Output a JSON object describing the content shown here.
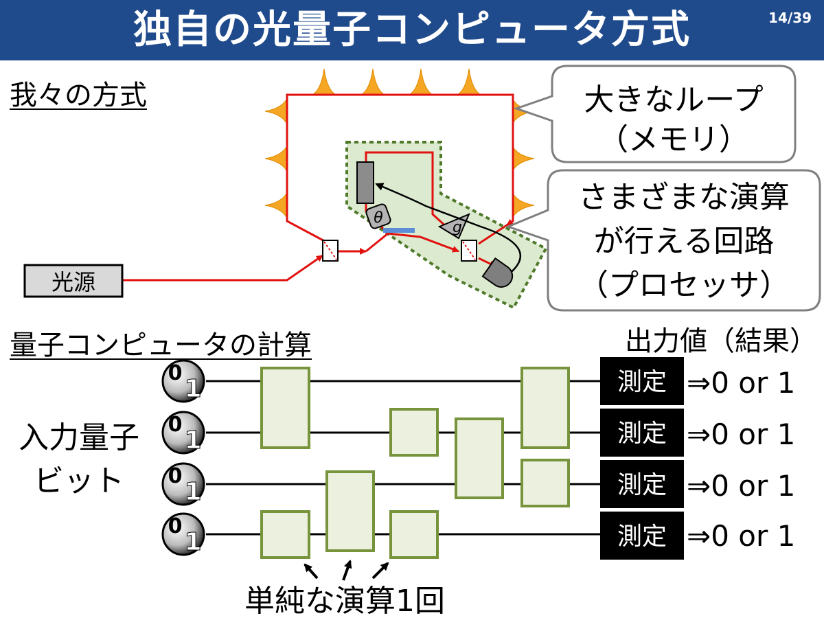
{
  "slide": {
    "title": "独自の光量子コンピュータ方式",
    "page": "14/39"
  },
  "top_section": {
    "heading": "我々の方式",
    "light_source": "光源",
    "theta_symbol": "θ",
    "g_symbol": "g",
    "callout_memory": {
      "line1": "大きなループ",
      "line2": "（メモリ）"
    },
    "callout_processor": {
      "line1": "さまざまな演算",
      "line2": "が行える回路",
      "line3": "（プロセッサ）"
    }
  },
  "bottom_section": {
    "heading": "量子コンピュータの計算",
    "output_heading": "出力値（結果）",
    "input_label_line1": "入力量子",
    "input_label_line2": "ビット",
    "qubit_digit_0": "0",
    "qubit_digit_1": "1",
    "measure_label": "測定",
    "result_text": "⇒0 or 1",
    "operation_caption": "単純な演算1回"
  },
  "colors": {
    "header_bg": "#1f4a8c",
    "loop_red": "#e0110f",
    "flame_orange": "#f5a623",
    "processor_fill": "#dcebd0",
    "processor_border": "#4f7a2a",
    "gate_fill": "#ebf1de",
    "gate_border": "#77933c",
    "measure_bg": "#000000"
  }
}
